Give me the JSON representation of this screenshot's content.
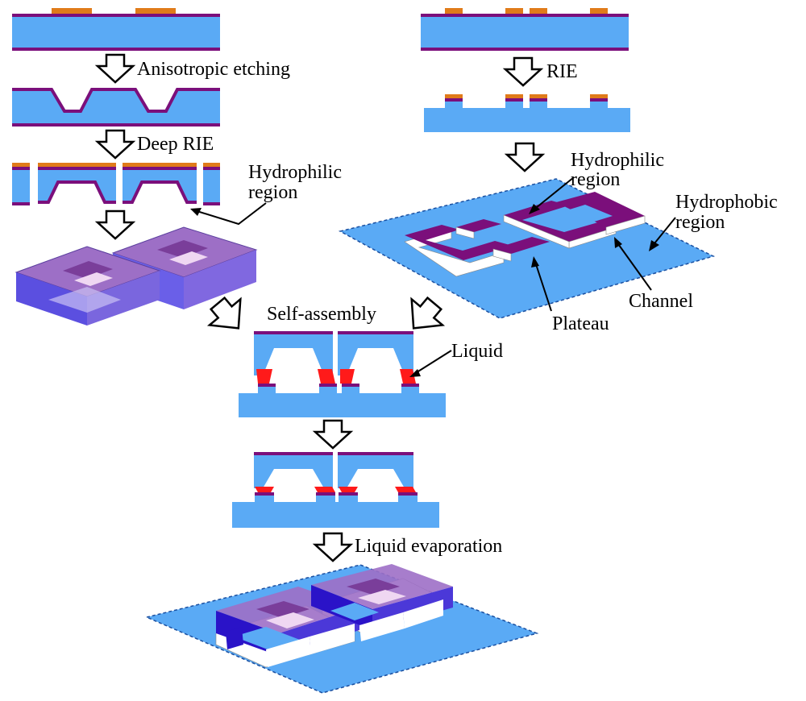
{
  "labels": {
    "anisotropic_etching": "Anisotropic etching",
    "deep_rie": "Deep RIE",
    "rie": "RIE",
    "hydrophilic_left_line1": "Hydrophilic",
    "hydrophilic_left_line2": "region",
    "hydrophilic_right_line1": "Hydrophilic",
    "hydrophilic_right_line2": "region",
    "hydrophobic_line1": "Hydrophobic",
    "hydrophobic_line2": "region",
    "channel": "Channel",
    "plateau": "Plateau",
    "self_assembly": "Self-assembly",
    "liquid": "Liquid",
    "liquid_evaporation": "Liquid evaporation"
  },
  "colors": {
    "silicon": "#5aaaf5",
    "silicon_edge": "#3a7fc8",
    "film": "#7b0f7b",
    "mask": "#e07b1a",
    "liquid": "#ff1a1a",
    "chip_top": "#9d6fc6",
    "chip_side": "#5b4fe0",
    "chip_dark": "#2a13c8",
    "plateau_top": "#7b0f7b",
    "plateau_side": "#ffffff",
    "arrow_fill": "#ffffff",
    "arrow_stroke": "#000000"
  }
}
